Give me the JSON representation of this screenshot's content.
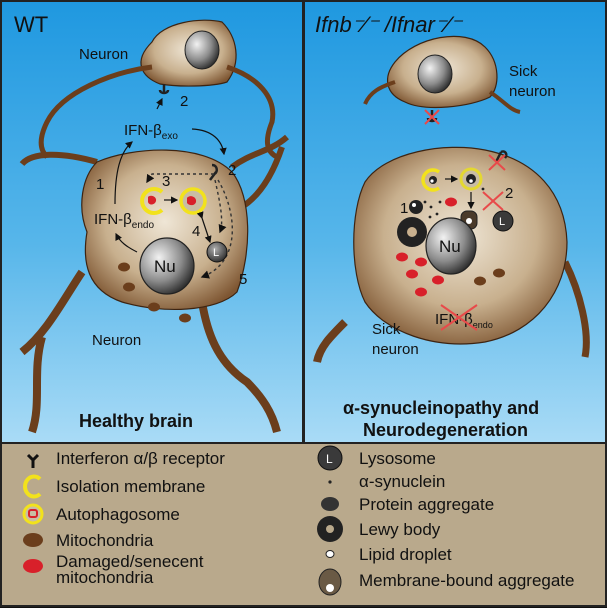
{
  "panels": {
    "left": {
      "title": "WT",
      "labels": {
        "neuron_top": "Neuron",
        "neuron_bottom": "Neuron",
        "ifn_exo_main": "IFN-β",
        "ifn_exo_sub": "exo",
        "ifn_endo_main": "IFN-β",
        "ifn_endo_sub": "endo",
        "nucleus": "Nu",
        "lysosome": "L",
        "step_1": "1",
        "step_2a": "2",
        "step_2b": "2",
        "step_3": "3",
        "step_4": "4",
        "step_5": "5"
      },
      "caption": "Healthy brain"
    },
    "right": {
      "title": "Ifnb⁻⁄⁻ /Ifnar⁻⁄⁻",
      "labels": {
        "sick_neuron_top_1": "Sick",
        "sick_neuron_top_2": "neuron",
        "sick_neuron_bottom_1": "Sick",
        "sick_neuron_bottom_2": "neuron",
        "ifn_endo_main": "IFN-β",
        "ifn_endo_sub": "endo",
        "nucleus": "Nu",
        "lysosome": "L",
        "step_1": "1",
        "step_2": "2"
      },
      "caption_line1": "α-synucleinopathy and",
      "caption_line2": "Neurodegeneration"
    }
  },
  "legend": {
    "left": [
      {
        "icon": "interferon-receptor-icon",
        "label": "Interferon α/β receptor"
      },
      {
        "icon": "isolation-membrane-icon",
        "label": "Isolation membrane"
      },
      {
        "icon": "autophagosome-icon",
        "label": "Autophagosome"
      },
      {
        "icon": "mitochondria-icon",
        "label": "Mitochondria"
      },
      {
        "icon": "damaged-mitochondria-icon",
        "label": "Damaged/senecent mitochondria"
      }
    ],
    "right": [
      {
        "icon": "lysosome-icon",
        "label": "Lysosome"
      },
      {
        "icon": "alpha-synuclein-icon",
        "label": "α-synuclein"
      },
      {
        "icon": "protein-aggregate-icon",
        "label": "Protein aggregate"
      },
      {
        "icon": "lewy-body-icon",
        "label": "Lewy body"
      },
      {
        "icon": "lipid-droplet-icon",
        "label": "Lipid droplet"
      },
      {
        "icon": "membrane-bound-aggregate-icon",
        "label": "Membrane-bound aggregate"
      }
    ]
  },
  "colors": {
    "cell_body": "#c8b08e",
    "dendrite": "#6b3e1c",
    "membrane_yellow": "#f2e21c",
    "damaged_red": "#d8202a",
    "blocked_red": "#e84a4a",
    "legend_bg": "#b9a98c"
  }
}
